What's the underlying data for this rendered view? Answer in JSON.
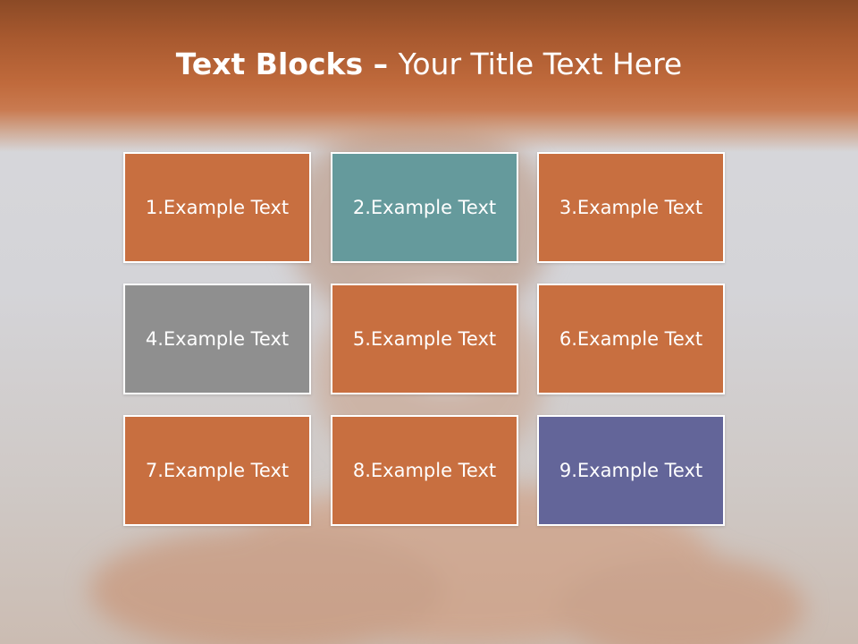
{
  "title": {
    "bold": "Text Blocks",
    "dash": " – ",
    "rest": "Your Title Text Here"
  },
  "blocks": [
    {
      "label": "1.Example Text",
      "color": "#c86f40"
    },
    {
      "label": "2.Example Text",
      "color": "#659a9c"
    },
    {
      "label": "3.Example Text",
      "color": "#c86f40"
    },
    {
      "label": "4.Example Text",
      "color": "#8f8f8f"
    },
    {
      "label": "5.Example Text",
      "color": "#c86f40"
    },
    {
      "label": "6.Example Text",
      "color": "#c86f40"
    },
    {
      "label": "7.Example Text",
      "color": "#c86f40"
    },
    {
      "label": "8.Example Text",
      "color": "#c86f40"
    },
    {
      "label": "9.Example Text",
      "color": "#636599"
    }
  ],
  "theme": {
    "header_color": "#c06a3c"
  }
}
